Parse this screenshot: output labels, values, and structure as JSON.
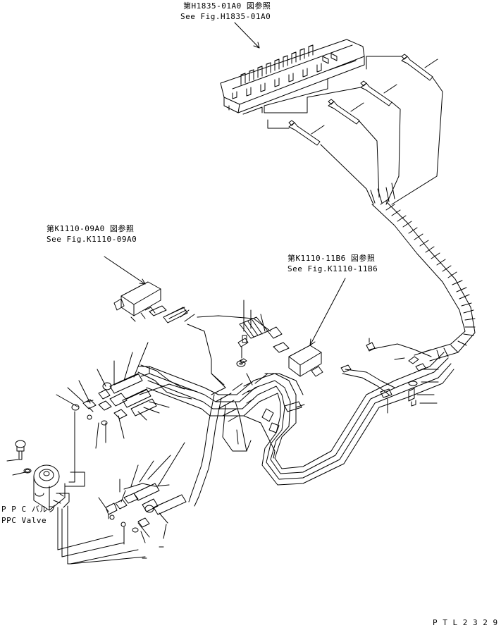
{
  "refs": {
    "h1835": {
      "jp": "第H1835-01A0 図参照",
      "en": "See Fig.H1835-01A0"
    },
    "k1110_09": {
      "jp": "第K1110-09A0 図参照",
      "en": "See Fig.K1110-09A0"
    },
    "k1110_11": {
      "jp": "第K1110-11B6 図参照",
      "en": "See Fig.K1110-11B6"
    }
  },
  "ppc_valve": {
    "jp": "P P C バルブ",
    "en": "PPC Valve"
  },
  "drawing_code": "P T L 2 3 2 9",
  "colors": {
    "line": "#000000",
    "background": "#ffffff"
  }
}
